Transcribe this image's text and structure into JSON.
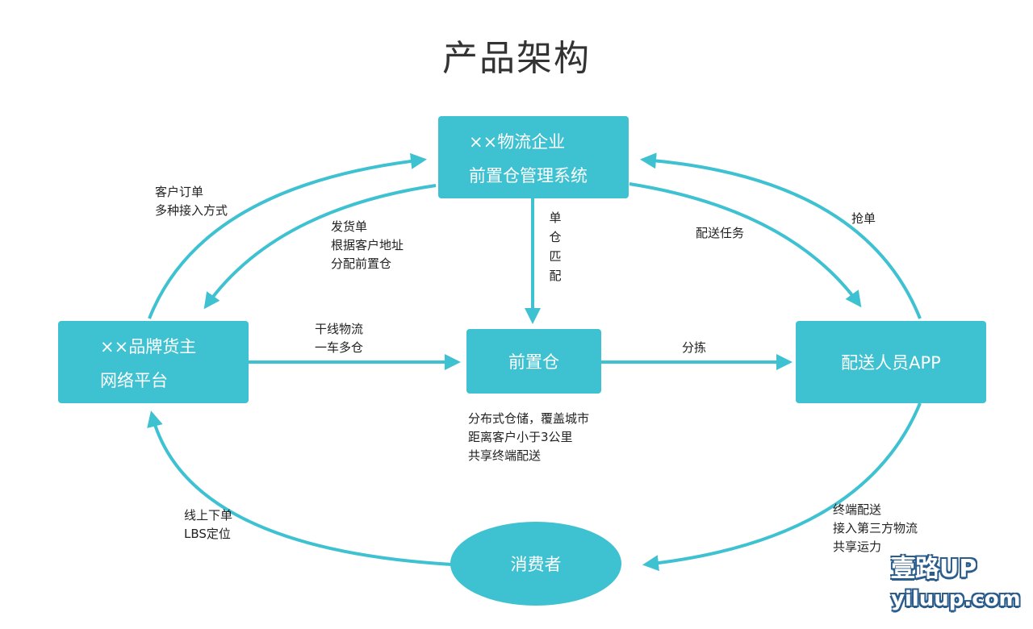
{
  "title": "产品架构",
  "nodes": {
    "logistics": {
      "line1": "××物流企业",
      "line2": "前置仓管理系统"
    },
    "brand": {
      "line1": "××品牌货主",
      "line2": "网络平台"
    },
    "warehouse": {
      "label": "前置仓"
    },
    "courier_app": {
      "label": "配送人员APP"
    },
    "consumer": {
      "label": "消费者"
    }
  },
  "edges": {
    "brand_to_logistics": [
      "客户订单",
      "多种接入方式"
    ],
    "logistics_to_brand": [
      "发货单",
      "根据客户地址",
      "分配前置仓"
    ],
    "logistics_to_warehouse": [
      "单",
      "仓",
      "匹",
      "配"
    ],
    "logistics_to_courier": [
      "配送任务"
    ],
    "courier_to_logistics": [
      "抢单"
    ],
    "brand_to_warehouse": [
      "干线物流",
      "一车多仓"
    ],
    "warehouse_to_courier": [
      "分拣"
    ],
    "warehouse_note": [
      "分布式仓储，覆盖城市",
      "距离客户小于3公里",
      "共享终端配送"
    ],
    "consumer_to_brand": [
      "线上下单",
      "LBS定位"
    ],
    "courier_to_consumer": [
      "终端配送",
      "接入第三方物流",
      "共享运力"
    ]
  },
  "colors": {
    "accent": "#3ec1d0",
    "text": "#222222",
    "title": "#333333"
  },
  "watermark": {
    "line1": "壹路UP",
    "line2": "yiluup.com"
  }
}
